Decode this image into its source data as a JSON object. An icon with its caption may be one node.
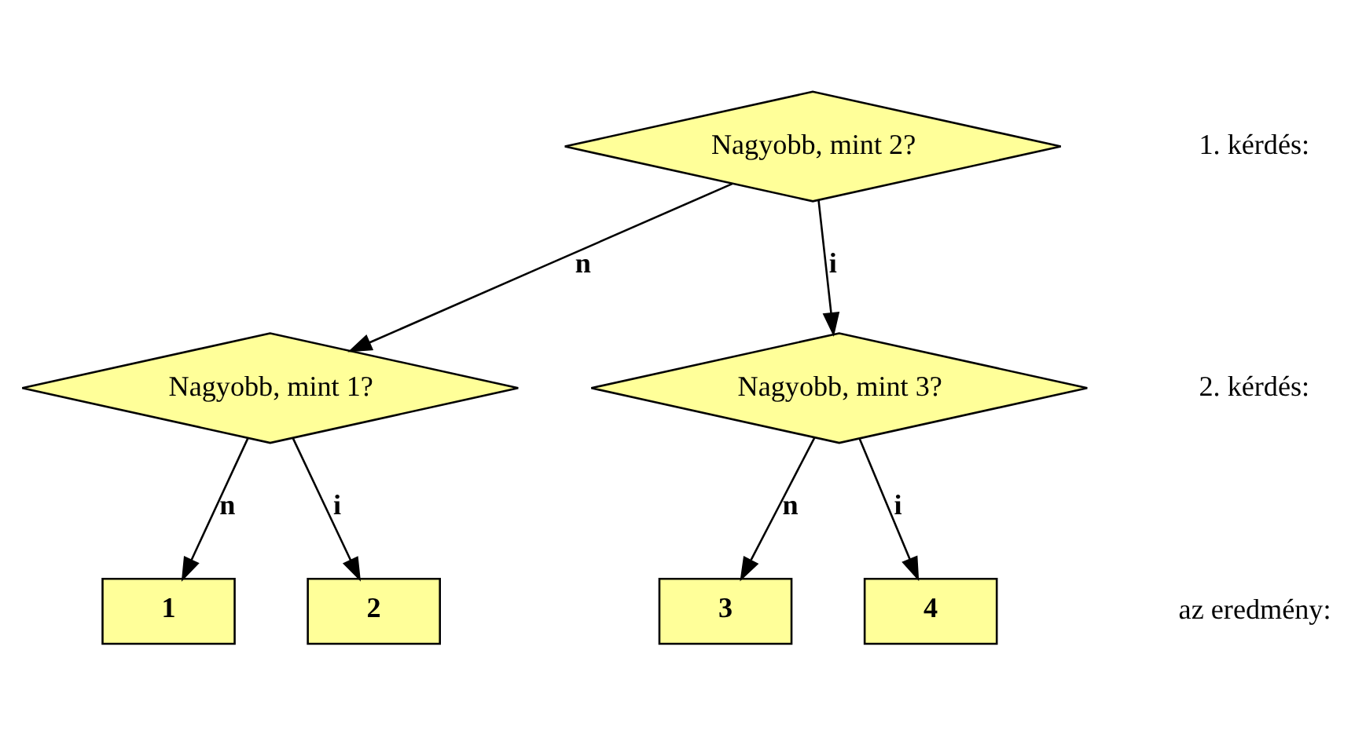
{
  "diagram": {
    "nodes": [
      {
        "text": [
          "Nagyobb, mint 2?"
        ]
      },
      {
        "text": [
          "Nagyobb, mint 1?"
        ]
      },
      {
        "text": [
          "Nagyobb, mint 3?"
        ]
      },
      {
        "text": [
          "1"
        ]
      },
      {
        "text": [
          "2"
        ]
      },
      {
        "text": [
          "3"
        ]
      },
      {
        "text": [
          "4"
        ]
      }
    ],
    "edges": [
      {
        "from": 0,
        "to": 1,
        "arrow": "to",
        "label": "n"
      },
      {
        "from": 0,
        "to": 2,
        "arrow": "to",
        "label": "i"
      },
      {
        "from": 1,
        "to": 3,
        "arrow": "to",
        "label": "n"
      },
      {
        "from": 1,
        "to": 4,
        "arrow": "to",
        "label": "i"
      },
      {
        "from": 2,
        "to": 5,
        "arrow": "to",
        "label": "n"
      },
      {
        "from": 2,
        "to": 6,
        "arrow": "to",
        "label": "i"
      }
    ],
    "labels": [
      "1. kérdés:",
      "2. kérdés:",
      "az eredmény:"
    ]
  }
}
